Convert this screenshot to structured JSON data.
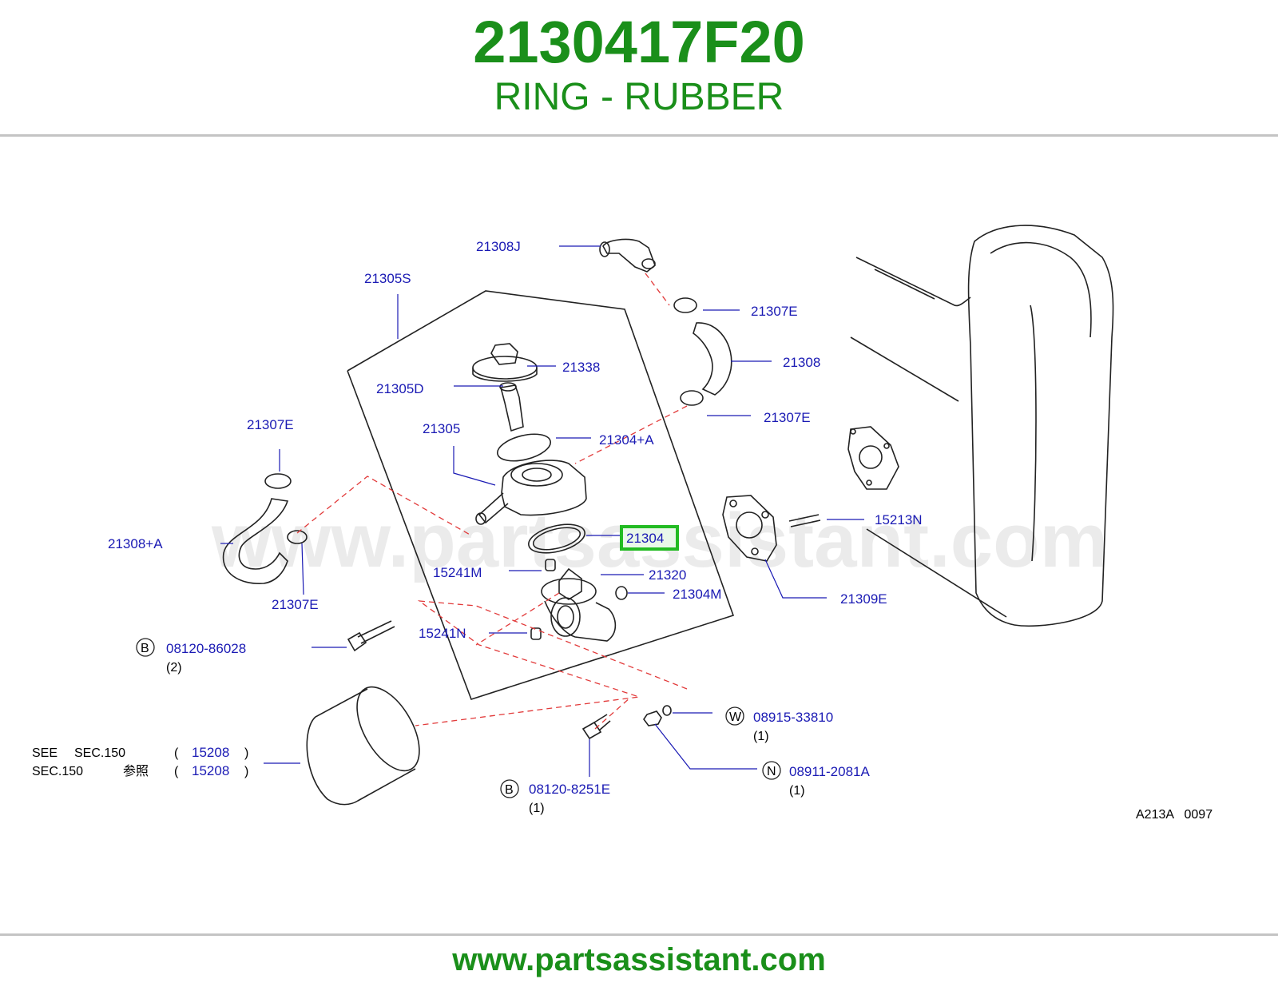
{
  "header": {
    "part_number": "2130417F20",
    "description": "RING - RUBBER"
  },
  "diagram": {
    "watermark": "www.partsassistant.com",
    "figure_code": "A213A   0097",
    "highlighted_label": "21304",
    "highlight_color": "#22bb22",
    "labels": {
      "l_21308J": "21308J",
      "l_21305S": "21305S",
      "l_21307E_top": "21307E",
      "l_21338": "21338",
      "l_21308": "21308",
      "l_21305D": "21305D",
      "l_21307E_mid": "21307E",
      "l_21305": "21305",
      "l_21304A": "21304+A",
      "l_21307E_left": "21307E",
      "l_15213N": "15213N",
      "l_21308A": "21308+A",
      "l_21304": "21304",
      "l_15241M": "15241M",
      "l_21320": "21320",
      "l_21304M": "21304M",
      "l_21309E": "21309E",
      "l_21307E_low": "21307E",
      "l_15241N": "15241N",
      "l_08120_86028": "08120-86028",
      "l_08915_33810": "08915-33810",
      "l_08911_2081A": "08911-2081A",
      "l_08120_8251E": "08120-8251E",
      "l_15208_a": "15208",
      "l_15208_b": "15208"
    },
    "badges": {
      "b1": "B",
      "b2": "B",
      "w": "W",
      "n": "N"
    },
    "quantities": {
      "q_86028": "(2)",
      "q_33810": "(1)",
      "q_2081A": "(1)",
      "q_8251E": "(1)"
    },
    "see_note": {
      "line1_a": "SEE",
      "line1_b": "SEC.150",
      "line2_a": "SEC.150",
      "line2_b": "参照",
      "open_paren": "(",
      "close_paren": ")"
    }
  },
  "footer": {
    "url": "www.partsassistant.com"
  }
}
